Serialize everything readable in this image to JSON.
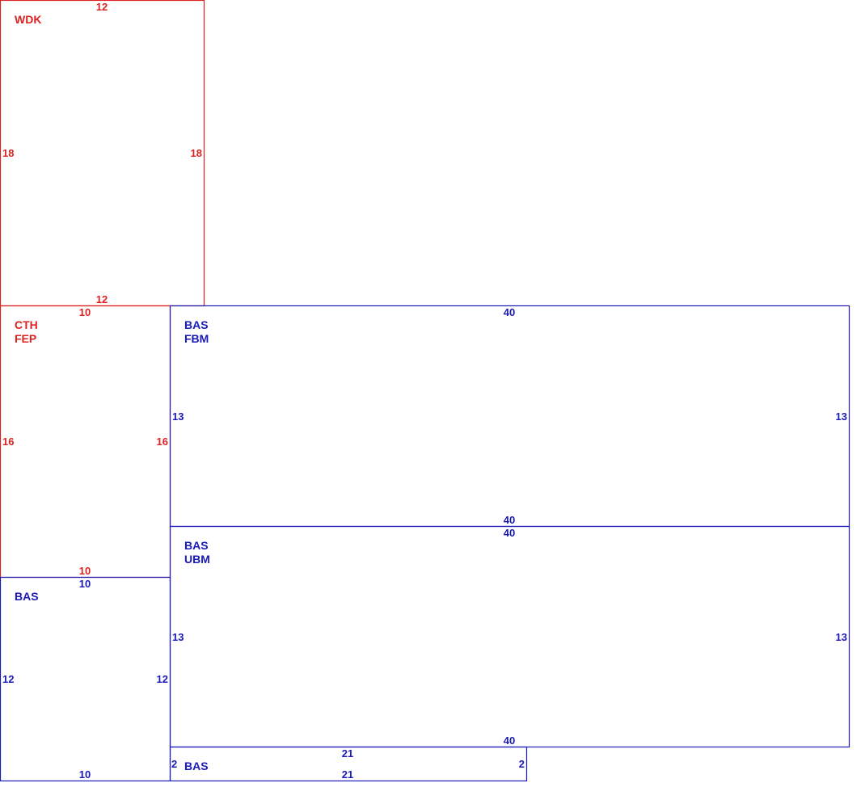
{
  "colors": {
    "red": "#dd2222",
    "blue": "#1a1ab8",
    "background": "#ffffff"
  },
  "scale_note": "",
  "areas": [
    {
      "id": "wdk",
      "color": "red",
      "labels": [
        "WDK"
      ],
      "top": "12",
      "bottom": "12",
      "left": "18",
      "right": "18"
    },
    {
      "id": "cth-fep",
      "color": "red",
      "labels": [
        "CTH",
        "FEP"
      ],
      "top": "10",
      "bottom": "10",
      "left": "16",
      "right": "16"
    },
    {
      "id": "bas-left",
      "color": "blue",
      "labels": [
        "BAS"
      ],
      "top": "10",
      "bottom": "10",
      "left": "12",
      "right": "12"
    },
    {
      "id": "bas-fbm",
      "color": "blue",
      "labels": [
        "BAS",
        "FBM"
      ],
      "top": "40",
      "bottom": "40",
      "left": "13",
      "right": "13"
    },
    {
      "id": "bas-ubm",
      "color": "blue",
      "labels": [
        "BAS",
        "UBM"
      ],
      "top": "40",
      "bottom": "40",
      "left": "13",
      "right": "13"
    },
    {
      "id": "bas-strip",
      "color": "blue",
      "labels": [
        "BAS"
      ],
      "top": "21",
      "bottom": "21",
      "left": "2",
      "right": "2"
    }
  ]
}
